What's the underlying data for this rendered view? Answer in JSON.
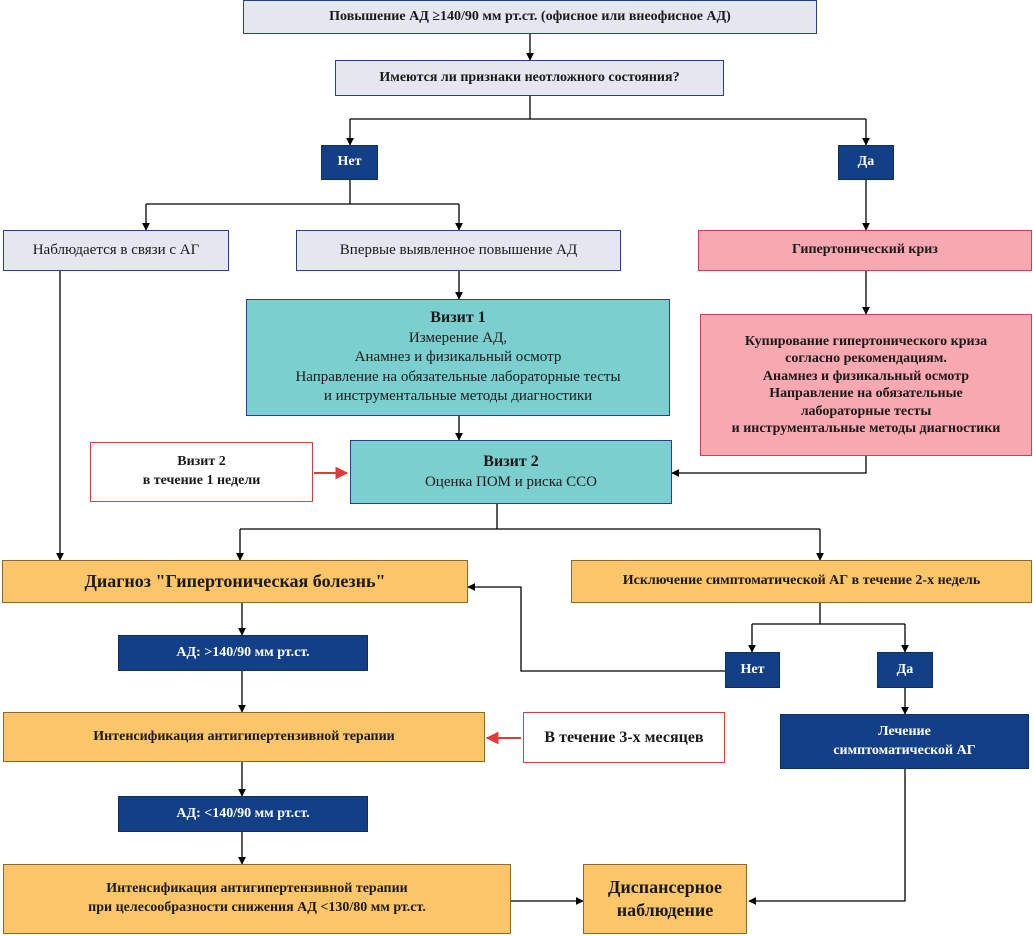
{
  "nodes": {
    "raised_bp": "Повышение АД ≥140/90 мм рт.ст. (офисное или внеофисное АД)",
    "emergency_question": "Имеются ли признаки неотложного состояния?",
    "no_top": "Нет",
    "yes_top": "Да",
    "observed": "Наблюдается в связи с АГ",
    "first_detected": "Впервые выявленное повышение АД",
    "crisis": "Гипертонический криз",
    "visit1": {
      "title": "Визит 1",
      "lines": [
        "Измерение АД,",
        "Анамнез и физикальный осмотр",
        "Направление на обязательные лабораторные тесты",
        "и инструментальные методы диагностики"
      ]
    },
    "crisis_relief": {
      "lines": [
        "Купирование гипертонического криза",
        "согласно рекомендациям.",
        "Анамнез и физикальный осмотр",
        "Направление на обязательные",
        "лабораторные тесты",
        "и инструментальные методы диагностики"
      ]
    },
    "visit2_note": {
      "lines": [
        "Визит 2",
        "в течение 1 недели"
      ]
    },
    "visit2": {
      "title": "Визит 2",
      "line": "Оценка ПОМ и риска ССО"
    },
    "diagnosis": "Диагноз \"Гипертоническая болезнь\"",
    "exclusion": "Исключение симптоматической АГ в течение 2-х недель",
    "bp_high": "АД: >140/90 мм рт.ст.",
    "no_bottom": "Нет",
    "yes_bottom": "Да",
    "intensification": "Интенсификация антигипертензивной терапии",
    "three_months": "В течение 3-х месяцев",
    "symptomatic_treatment": {
      "lines": [
        "Лечение",
        "симптоматической АГ"
      ]
    },
    "bp_low": "АД: <140/90 мм рт.ст.",
    "intensification2": {
      "lines": [
        "Интенсификация антигипертензивной терапии",
        "при целесообразности снижения АД <130/80 мм рт.ст."
      ]
    },
    "dispensary": {
      "lines": [
        "Диспансерное",
        "наблюдение"
      ]
    }
  },
  "colors": {
    "line": "#000000",
    "red_arrow": "#e03a3a",
    "navy": "#123f85"
  }
}
